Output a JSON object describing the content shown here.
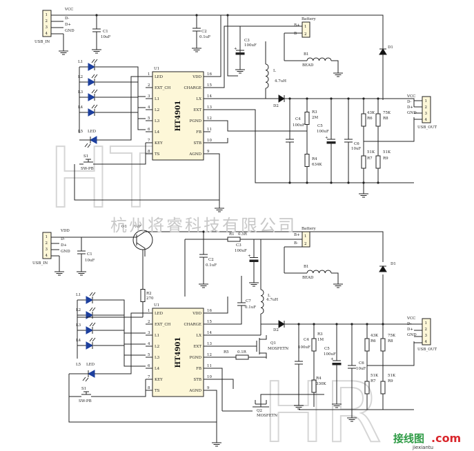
{
  "watermark": {
    "company": "杭州将睿科技有限公司",
    "site_cn": "接线图",
    "site_dom": ".com",
    "site_en": "jiexiantu",
    "bg_letters_top": "HT",
    "bg_letters_bottom": "HR"
  },
  "top": {
    "usb_in": {
      "ref": "USB_IN",
      "pins": [
        "1",
        "2",
        "3",
        "4"
      ],
      "nets": [
        "VCC",
        "D-",
        "D+",
        "GND"
      ]
    },
    "usb_out": {
      "ref": "USB_OUT",
      "pins": [
        "1",
        "2",
        "3",
        "4"
      ],
      "nets": [
        "VCC",
        "D-",
        "D+",
        "GND"
      ]
    },
    "ic": {
      "ref": "U1",
      "part": "HT4901",
      "left_pins": [
        [
          "1",
          "LED"
        ],
        [
          "2",
          "EXT_CH"
        ],
        [
          "3",
          "L1"
        ],
        [
          "4",
          "L2"
        ],
        [
          "5",
          "L3"
        ],
        [
          "6",
          "L4"
        ],
        [
          "7",
          "KEY"
        ],
        [
          "8",
          "TS"
        ]
      ],
      "right_pins": [
        [
          "16",
          "VDD"
        ],
        [
          "15",
          "CHARGE"
        ],
        [
          "14",
          "LX"
        ],
        [
          "13",
          "EXT"
        ],
        [
          "12",
          "PGND"
        ],
        [
          "11",
          "FB"
        ],
        [
          "10",
          "STB"
        ],
        [
          "9",
          "AGND"
        ]
      ]
    },
    "leds": [
      "L1",
      "L2",
      "L3",
      "L4",
      "L5"
    ],
    "led_label": "LED",
    "switch": {
      "ref": "S1",
      "part": "SW-PB"
    },
    "caps": {
      "c1": [
        "C1",
        "10uF"
      ],
      "c2": [
        "C2",
        "0.1uF"
      ],
      "c3": [
        "C3",
        "100uF"
      ],
      "c4": [
        "C4",
        "100uF"
      ],
      "c5": [
        "C5",
        "100uF"
      ],
      "c6": [
        "C6",
        "10uF"
      ]
    },
    "battery": {
      "ref": "Battery",
      "pins": [
        "1",
        "2"
      ],
      "nets": [
        "B+",
        "B-"
      ]
    },
    "bead": {
      "ref": "B1",
      "part": "BEAD"
    },
    "inductor": {
      "ref": "L",
      "value": "4.7uH"
    },
    "diodes": {
      "d1": "D1",
      "d2": "D2"
    },
    "res": {
      "r3": [
        "R3",
        "2M"
      ],
      "r4": [
        "R4",
        "634K"
      ],
      "r6": [
        "R6",
        "43K"
      ],
      "r7": [
        "R7",
        "51K"
      ],
      "r8": [
        "R8",
        "75K"
      ],
      "r9": [
        "R9",
        "51K"
      ]
    }
  },
  "bottom": {
    "usb_in": {
      "ref": "USB_IN",
      "pins": [
        "1",
        "2",
        "3",
        "4"
      ],
      "nets": [
        "VDD",
        "D-",
        "D+",
        "GND"
      ]
    },
    "usb_out": {
      "ref": "USB_OUT",
      "pins": [
        "1",
        "2",
        "3",
        "4"
      ],
      "nets": [
        "VCC",
        "D-",
        "D+",
        "GND"
      ]
    },
    "pnp": {
      "ref": "Q1",
      "type": "PNP"
    },
    "ic": {
      "ref": "U1",
      "part": "HT4901",
      "left_pins": [
        [
          "1",
          "LED"
        ],
        [
          "2",
          "EXT_CH"
        ],
        [
          "3",
          "L1"
        ],
        [
          "4",
          "L2"
        ],
        [
          "5",
          "L3"
        ],
        [
          "6",
          "L4"
        ],
        [
          "7",
          "KEY"
        ],
        [
          "8",
          "TS"
        ]
      ],
      "right_pins": [
        [
          "16",
          "VDD"
        ],
        [
          "15",
          "CHARGE"
        ],
        [
          "14",
          "LX"
        ],
        [
          "13",
          "EXT"
        ],
        [
          "12",
          "PGND"
        ],
        [
          "11",
          "FB"
        ],
        [
          "10",
          "STB"
        ],
        [
          "9",
          "AGND"
        ]
      ]
    },
    "leds": [
      "L1",
      "L2",
      "L3",
      "L4",
      "L5"
    ],
    "led_label": "LED",
    "switch": {
      "ref": "S1",
      "part": "SW-PB"
    },
    "caps": {
      "c1": [
        "C1",
        "10uF"
      ],
      "c2": [
        "C2",
        "0.1uF"
      ],
      "c3": [
        "C3",
        "100uF"
      ],
      "c7": [
        "C7",
        "0.1uF"
      ],
      "c4": [
        "C4",
        "100uF"
      ],
      "c5": [
        "C5",
        "100uF"
      ],
      "c6": [
        "C6",
        "10uF"
      ]
    },
    "battery": {
      "ref": "Battery",
      "pins": [
        "1",
        "2"
      ],
      "nets": [
        "B+",
        "B-"
      ]
    },
    "bead": {
      "ref": "B1",
      "part": "BEAD"
    },
    "inductor": {
      "ref": "L",
      "value": "4.7uH"
    },
    "diodes": {
      "d1": "D1",
      "d2": "D2"
    },
    "res": {
      "r1": [
        "R1",
        "0.5R"
      ],
      "r2": [
        "R2",
        "270"
      ],
      "r5": [
        "R5",
        "0.1R"
      ],
      "r3": [
        "R3",
        "1M"
      ],
      "r4": [
        "R4",
        "330K"
      ],
      "r6": [
        "R6",
        "43K"
      ],
      "r7": [
        "R7",
        "51K"
      ],
      "r8": [
        "R8",
        "75K"
      ],
      "r9": [
        "R9",
        "51K"
      ]
    },
    "mosfets": {
      "q1": [
        "Q1",
        "MOSFETN"
      ],
      "q2": [
        "Q2",
        "MOSFETN"
      ]
    }
  }
}
